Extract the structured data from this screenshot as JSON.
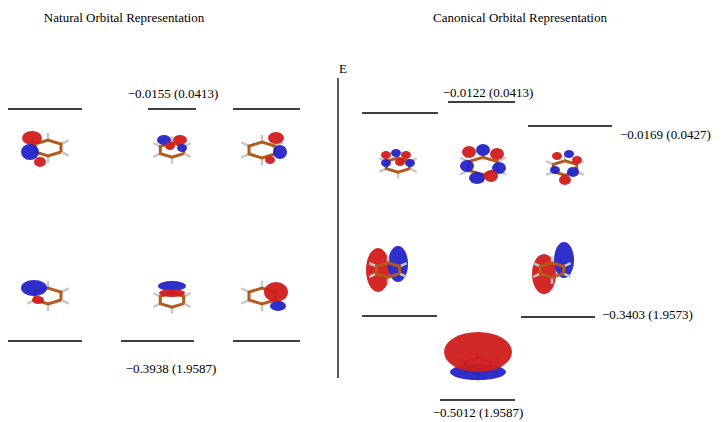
{
  "diagram": {
    "labels": [
      "Natural Orbital Representation",
      "Canonical Orbital Representation",
      "E",
      "−0.0155 (0.0413)",
      "−0.3938 (1.9587)",
      "−0.0122 (0.0413)",
      "−0.0169 (0.0427)",
      "−0.3403 (1.9573)",
      "−0.5012 (1.9587)"
    ]
  }
}
